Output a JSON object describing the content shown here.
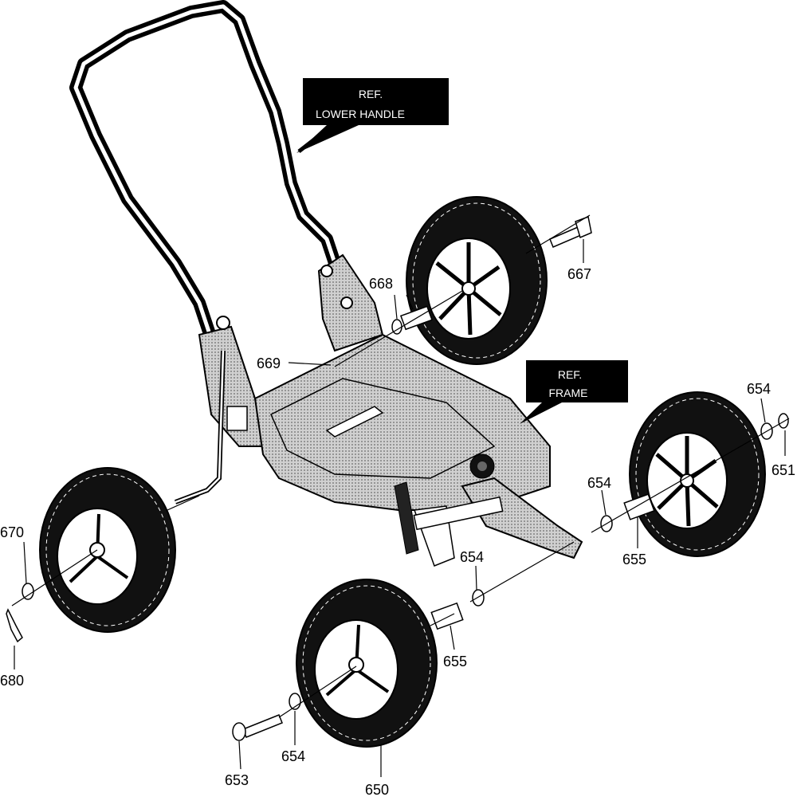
{
  "callouts": {
    "lower_handle": {
      "line1": "REF.",
      "line2": "LOWER HANDLE"
    },
    "frame": {
      "line1": "REF.",
      "line2": "FRAME"
    }
  },
  "parts": {
    "p667": "667",
    "p668": "668",
    "p669": "669",
    "p654_top": "654",
    "p651": "651",
    "p654_mid": "654",
    "p655_right": "655",
    "p654_center": "654",
    "p655_center": "655",
    "p670": "670",
    "p680": "680",
    "p653": "653",
    "p654_bottom": "654",
    "p650": "650"
  },
  "colors": {
    "ink": "#000000",
    "frame_fill": "#bdbdbd",
    "background": "#ffffff"
  }
}
